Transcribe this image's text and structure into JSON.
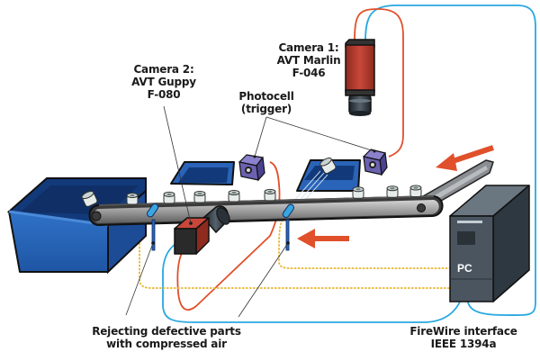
{
  "diagram": {
    "title": "Machine vision inspection setup with conveyor belt",
    "labels": {
      "camera1": [
        "Camera 1:",
        "AVT Marlin",
        "F-046"
      ],
      "camera2": [
        "Camera 2:",
        "AVT Guppy",
        "F-080"
      ],
      "photocell": [
        "Photocell",
        "(trigger)"
      ],
      "rejecting": [
        "Rejecting defective parts",
        "with compressed air"
      ],
      "firewire": [
        "FireWire interface",
        "IEEE 1394a"
      ],
      "pc": "PC"
    },
    "components": [
      {
        "id": "camera1",
        "name": "Camera 1",
        "model": "AVT Marlin F-046"
      },
      {
        "id": "camera2",
        "name": "Camera 2",
        "model": "AVT Guppy F-080"
      },
      {
        "id": "photocell-1",
        "name": "Photocell (trigger)"
      },
      {
        "id": "photocell-2",
        "name": "Photocell (trigger)"
      },
      {
        "id": "air-nozzle-1",
        "name": "Compressed air nozzle"
      },
      {
        "id": "air-nozzle-2",
        "name": "Compressed air nozzle"
      },
      {
        "id": "conveyor",
        "name": "Conveyor belt"
      },
      {
        "id": "pc",
        "name": "PC"
      },
      {
        "id": "reject-bin-1",
        "name": "Reject bin"
      },
      {
        "id": "reject-bin-2",
        "name": "Reject bin"
      },
      {
        "id": "collection-bin",
        "name": "Collection bin"
      },
      {
        "id": "feed-chute",
        "name": "Feed chute"
      }
    ],
    "connections": [
      {
        "from": "camera1",
        "to": "pc",
        "type": "firewire",
        "color": "#29a8e0"
      },
      {
        "from": "camera2",
        "to": "pc",
        "type": "firewire",
        "color": "#29a8e0"
      },
      {
        "from": "photocell-1",
        "to": "camera2",
        "type": "trigger",
        "color": "#e0502a"
      },
      {
        "from": "photocell-2",
        "to": "camera1",
        "type": "trigger",
        "color": "#e0502a"
      },
      {
        "from": "air-nozzle-1",
        "to": "pc",
        "type": "control",
        "color": "#e8b630"
      },
      {
        "from": "air-nozzle-2",
        "to": "pc",
        "type": "control",
        "color": "#e8b630"
      }
    ],
    "colors": {
      "bin_blue": "#2a64b8",
      "bin_dark": "#123a7a",
      "camera_red": "#b83a2a",
      "photocell_purple": "#6a62b0",
      "pc_gray": "#4a5560",
      "arrow_orange": "#e0502a",
      "belt_dark": "#3a3a3a",
      "belt_light": "#a8a8a8",
      "part_white": "#e6ecea"
    },
    "flow_direction": "right-to-left"
  }
}
